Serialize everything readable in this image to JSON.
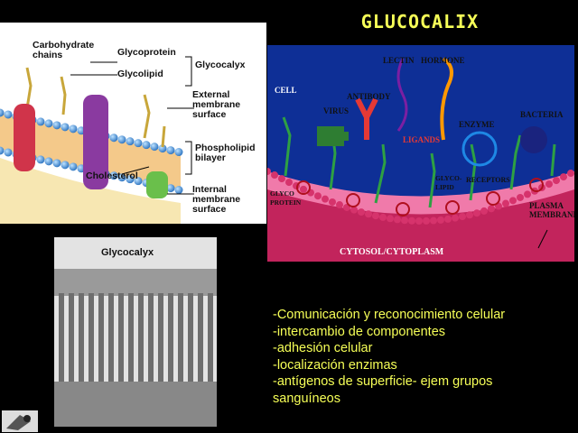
{
  "slide_title": "GLUCOCALIX",
  "membrane_figure": {
    "labels": {
      "carbohydrate": "Carbohydrate\nchains",
      "glycoprotein": "Glycoprotein",
      "glycolipid": "Glycolipid",
      "glycocalyx": "Glycocalyx",
      "external": "External\nmembrane\nsurface",
      "phospholipid": "Phospholipid\nbilayer",
      "cholesterol": "Cholesterol",
      "internal": "Internal\nmembrane\nsurface"
    }
  },
  "cell_figure": {
    "labels": {
      "cell": "CELL",
      "lectin": "LECTIN",
      "hormone": "HORMONE",
      "antibody": "ANTIBODY",
      "virus": "VIRUS",
      "ligands": "LIGANDS",
      "enzyme": "ENZYME",
      "bacteria": "BACTERIA",
      "glycoprotein": "GLYCO\nPROTEIN",
      "glycolipid": "GLYCO-\nLIPID",
      "receptors": "RECEPTORS",
      "plasma_membrane": "PLASMA\nMEMBRANE",
      "cytosol": "CYTOSOL/CYTOPLASM"
    }
  },
  "micrograph": {
    "label": "Glycocalyx"
  },
  "bullets": [
    "-Comunicación y reconocimiento celular",
    "-intercambio de componentes",
    "-adhesión celular",
    "-localización enzimas",
    "-antígenos de superficie- ejem grupos",
    "sanguíneos"
  ],
  "colors": {
    "title": "#f6ff57",
    "bullet_text": "#f6ff57",
    "membrane_bead": "#3b8fd6",
    "cytosol": "#c2245c",
    "membrane_band": "#e9558f"
  }
}
